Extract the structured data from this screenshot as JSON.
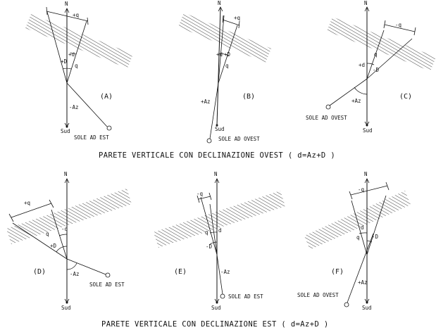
{
  "captions": {
    "ovest": "PARETE VERTICALE CON DECLINAZIONE OVEST ( d=Az+D )",
    "est": "PARETE VERTICALE CON DECLINAZIONE EST ( d=Az+D )"
  },
  "labels": {
    "north": "N",
    "south": "Sud",
    "sun_est": "SOLE AD EST",
    "sun_ovest": "SOLE AD OVEST",
    "az_neg": "-Az",
    "az_pos": "+Az",
    "q_pos": "+q",
    "q_neg": "-q",
    "q": "q",
    "d_pos": "+d",
    "d_neg": "-d",
    "d": "d",
    "D_pos": "+D",
    "D_neg": "-D"
  },
  "panels": [
    {
      "id": "A",
      "letter": "(A)"
    },
    {
      "id": "B",
      "letter": "(B)"
    },
    {
      "id": "C",
      "letter": "(C)"
    },
    {
      "id": "D",
      "letter": "(D)"
    },
    {
      "id": "E",
      "letter": "(E)"
    },
    {
      "id": "F",
      "letter": "(F)"
    }
  ],
  "colors": {
    "ink": "#111111",
    "background": "#ffffff"
  }
}
